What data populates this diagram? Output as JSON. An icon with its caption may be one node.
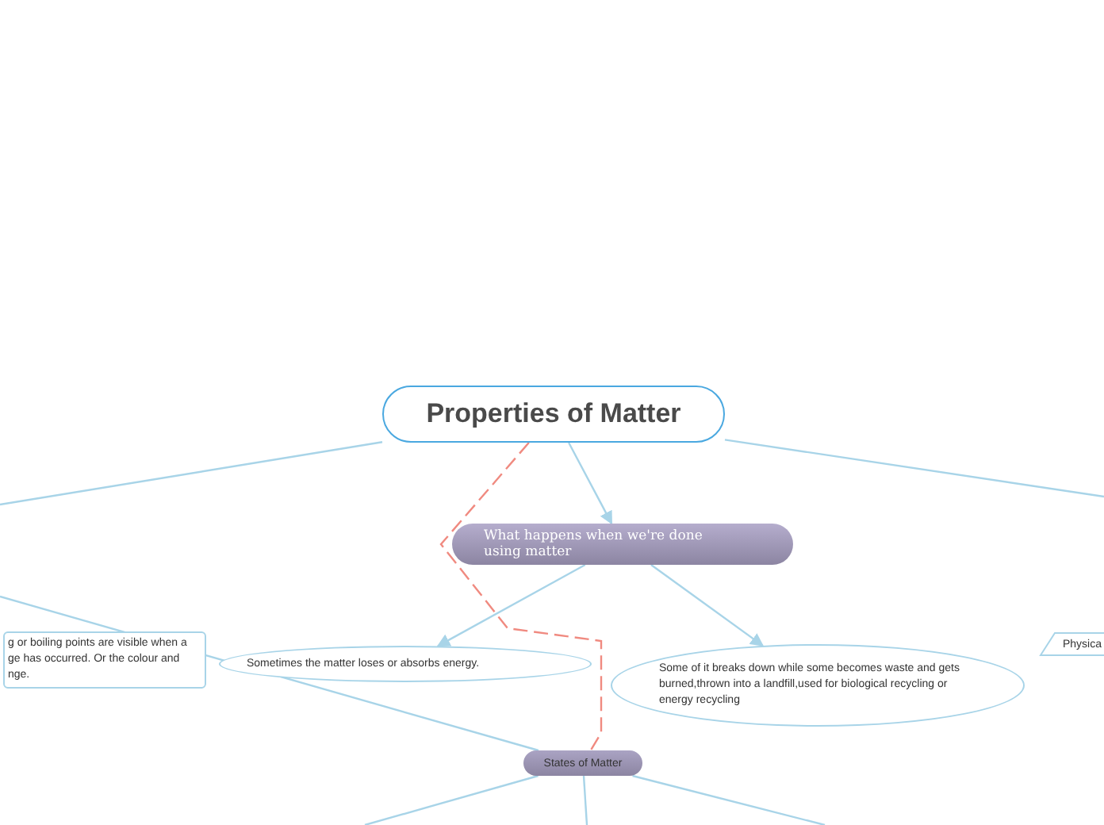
{
  "diagram": {
    "nodes": [
      {
        "text": [
          "Properties of Matter"
        ]
      },
      {
        "text": [
          "What happens when we're done using matter"
        ]
      },
      {
        "text": [
          "Sometimes the matter loses or absorbs energy."
        ]
      },
      {
        "text": [
          "Some of it breaks down while some becomes waste and gets burned,thrown into a landfill,used for biological recycling or energy recycling"
        ]
      },
      {
        "text": [
          "g or boiling points are visible when a ge has occurred. Or the colour and nge."
        ]
      },
      {
        "text": [
          "Physica"
        ]
      },
      {
        "text": [
          "States of Matter"
        ]
      }
    ],
    "edges": [
      {
        "from": 0,
        "to": 1,
        "arrow": "to"
      },
      {
        "from": 1,
        "to": 2,
        "arrow": "to"
      },
      {
        "from": 1,
        "to": 3,
        "arrow": "to"
      },
      {
        "from": 0,
        "to": null,
        "arrow": "none"
      },
      {
        "from": 0,
        "to": null,
        "arrow": "none"
      },
      {
        "from": 0,
        "to": 6,
        "arrow": "none",
        "style": "dashed",
        "color": "#f08a80"
      },
      {
        "from": null,
        "to": 6,
        "arrow": "none"
      },
      {
        "from": 6,
        "to": null,
        "arrow": "none"
      },
      {
        "from": 6,
        "to": null,
        "arrow": "none"
      },
      {
        "from": 6,
        "to": null,
        "arrow": "none"
      }
    ]
  }
}
